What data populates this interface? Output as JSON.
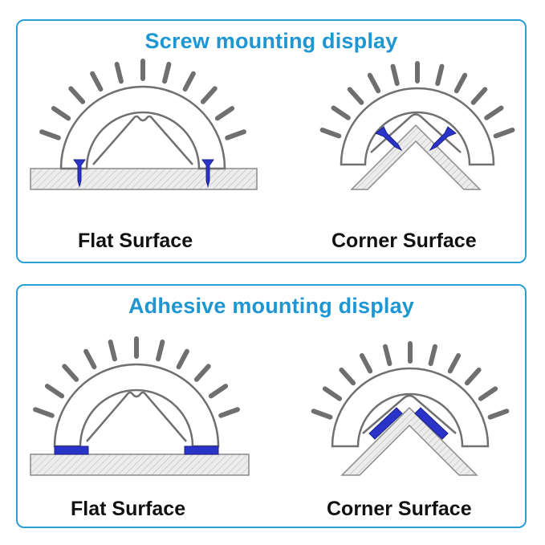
{
  "panels": [
    {
      "title": "Screw mounting display",
      "captions": [
        "Flat Surface",
        "Corner Surface"
      ],
      "mount_type": "screw"
    },
    {
      "title": "Adhesive mounting display",
      "captions": [
        "Flat Surface",
        "Corner Surface"
      ],
      "mount_type": "adhesive"
    }
  ],
  "colors": {
    "border": "#2a9fd6",
    "title": "#1e96d2",
    "accent_blue": "#2730c8",
    "outline": "#6e6e6e",
    "bristle": "#6e6e6e",
    "surface_fill": "#e9e9e9"
  }
}
